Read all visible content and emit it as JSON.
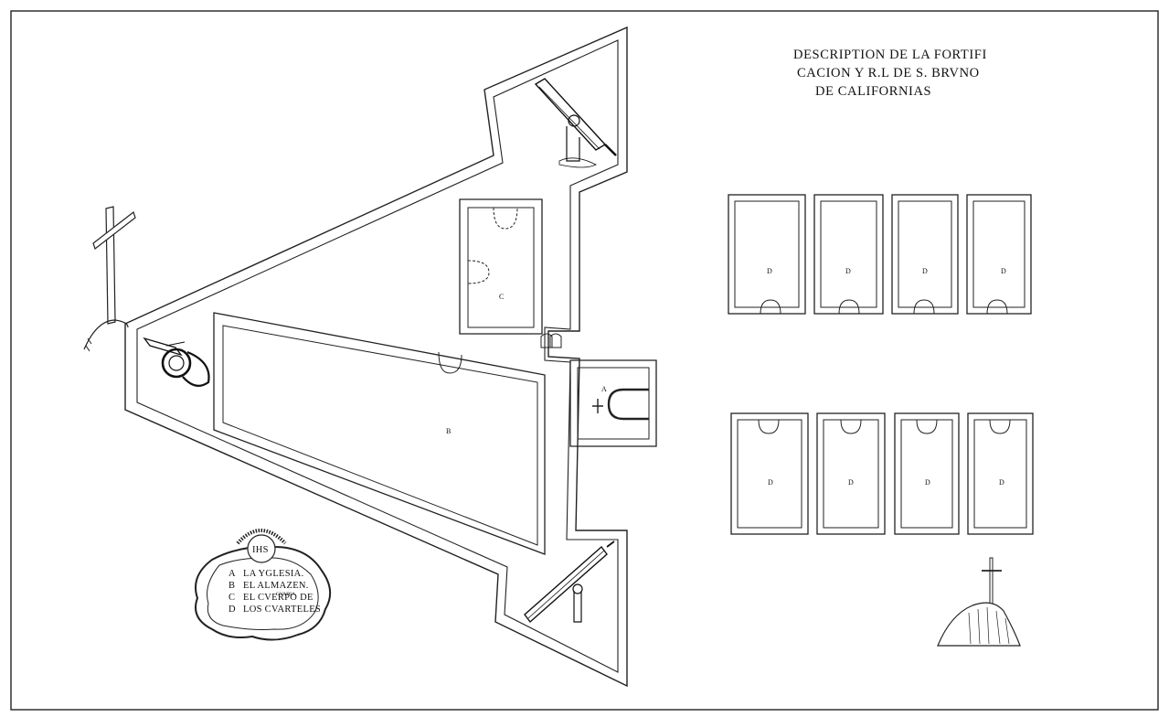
{
  "title_lines": [
    "DESCRIPTION DE LA FORTIFI",
    "CACION Y R.L DE S. BRVNO",
    "DE CALIFORNIAS"
  ],
  "cartouche": {
    "monogram": "IHS",
    "legend": [
      {
        "key": "A",
        "text": "LA YGLESIA."
      },
      {
        "key": "B",
        "text": "EL ALMAZEN."
      },
      {
        "key": "C",
        "text": "EL CVERPO DE"
      },
      {
        "key": "D",
        "text": "LOS CVARTELES"
      }
    ],
    "legend_c_sup": "GVADIA"
  },
  "labels": {
    "church": "A",
    "storehouse": "B",
    "guardhouse": "C",
    "barracks": [
      "D",
      "D",
      "D",
      "D",
      "D",
      "D",
      "D",
      "D"
    ]
  }
}
